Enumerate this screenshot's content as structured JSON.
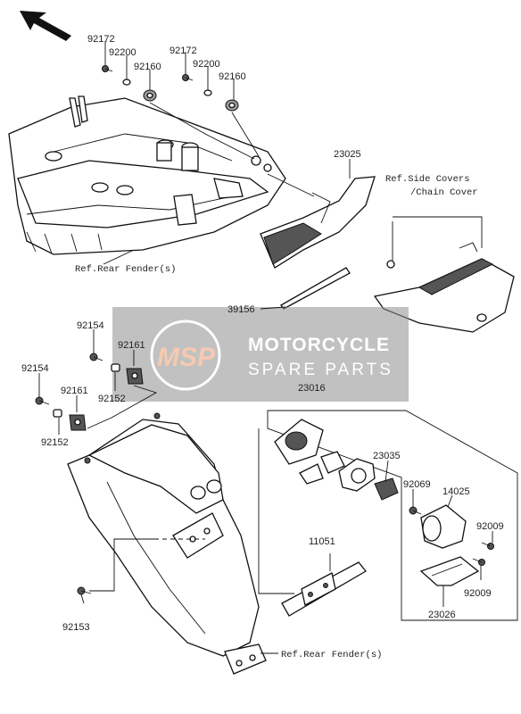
{
  "labels": {
    "p92172a": "92172",
    "p92200a": "92200",
    "p92172b": "92172",
    "p92200b": "92200",
    "p92160a": "92160",
    "p92160b": "92160",
    "p23025": "23025",
    "p39156": "39156",
    "p92154a": "92154",
    "p92161a": "92161",
    "p92154b": "92154",
    "p92152a": "92152",
    "p92161b": "92161",
    "p92152b": "92152",
    "p23016": "23016",
    "p23035": "23035",
    "p92069": "92069",
    "p14025": "14025",
    "p92009a": "92009",
    "p92009b": "92009",
    "p11051": "11051",
    "p23026": "23026",
    "p92153": "92153"
  },
  "refs": {
    "side_covers_line1": "Ref.Side Covers",
    "side_covers_line2": "/Chain Cover",
    "rear_fender_top": "Ref.Rear Fender(s)",
    "rear_fender_bottom": "Ref.Rear Fender(s)"
  },
  "watermark": {
    "logo": "MSP",
    "line1": "MOTORCYCLE",
    "line2": "SPARE PARTS"
  },
  "icons": {
    "front_arrow": "front-direction-arrow-icon"
  }
}
